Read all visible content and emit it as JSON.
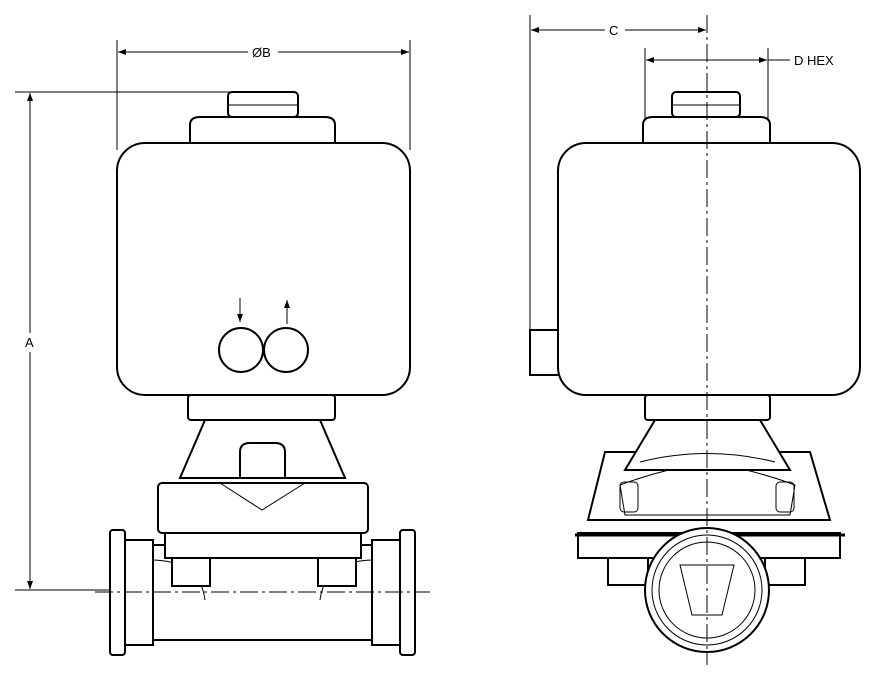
{
  "dimensions": {
    "a_label": "A",
    "b_label": "ØB",
    "c_label": "C",
    "d_label": "D HEX"
  },
  "colors": {
    "line": "#000000",
    "background": "#ffffff"
  },
  "icons": {
    "flow_symbol": "air-in-out-icon"
  }
}
